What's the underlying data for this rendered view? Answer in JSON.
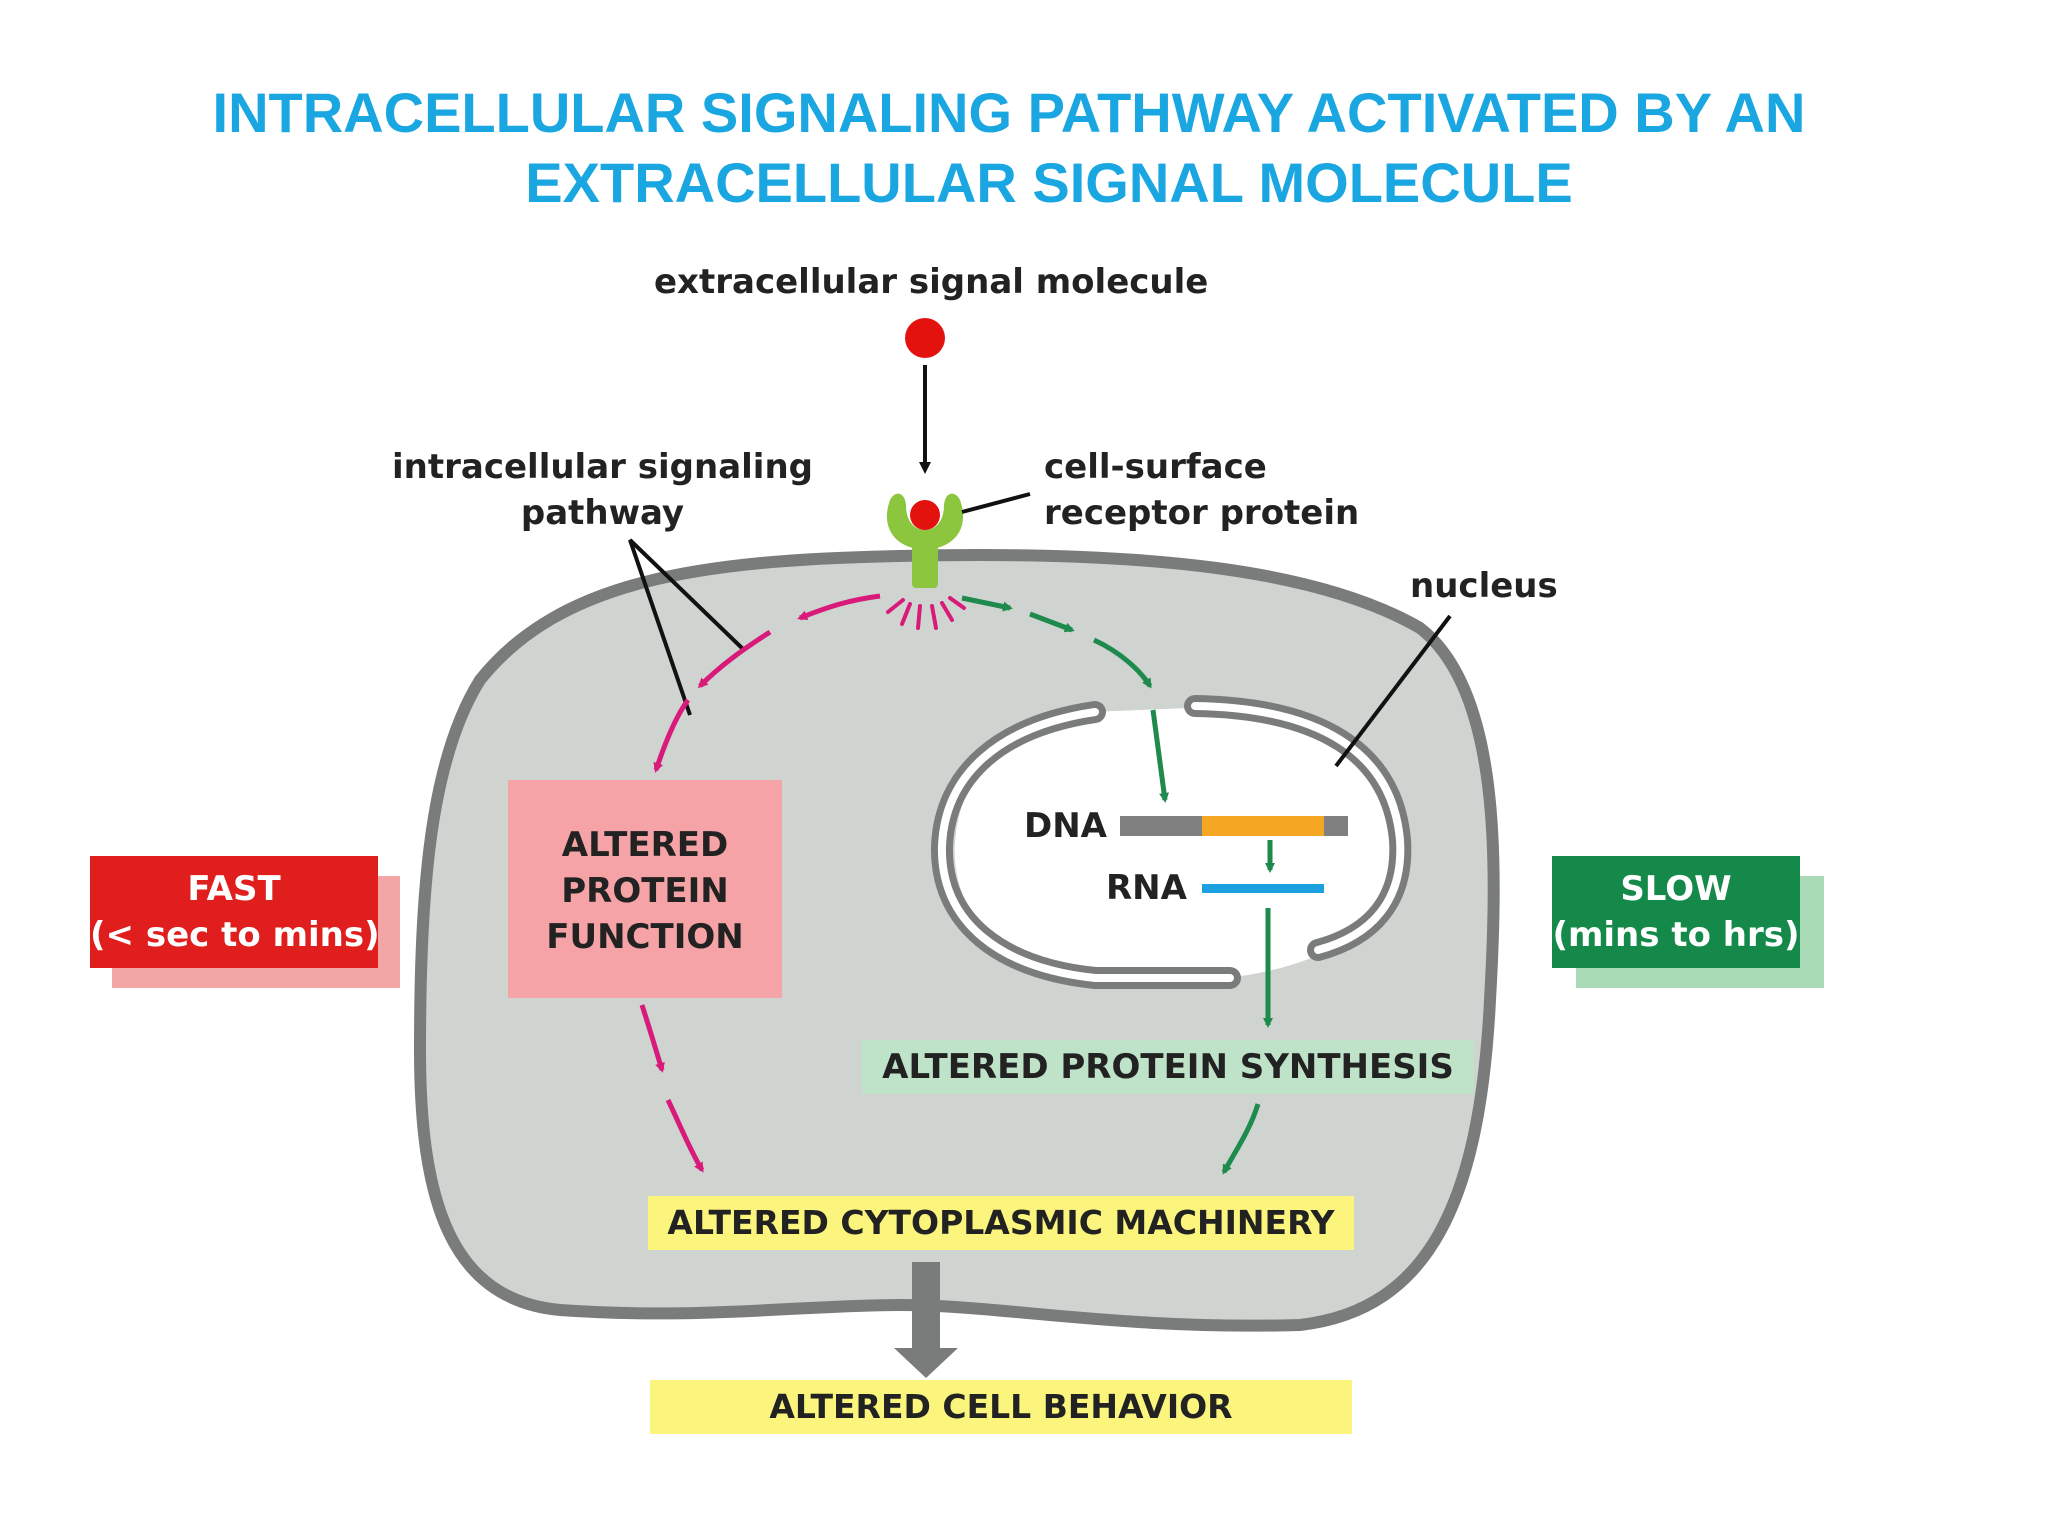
{
  "title": {
    "line1": "INTRACELLULAR SIGNALING PATHWAY ACTIVATED BY AN",
    "line2": "EXTRACELLULAR SIGNAL MOLECULE"
  },
  "labels": {
    "signal_molecule": "extracellular signal molecule",
    "pathway_line1": "intracellular signaling",
    "pathway_line2": "pathway",
    "receptor_line1": "cell-surface",
    "receptor_line2": "receptor protein",
    "nucleus": "nucleus",
    "dna": "DNA",
    "rna": "RNA"
  },
  "boxes": {
    "fast_line1": "FAST",
    "fast_line2": "(< sec to mins)",
    "slow_line1": "SLOW",
    "slow_line2": "(mins to hrs)",
    "protein_function_line1": "ALTERED",
    "protein_function_line2": "PROTEIN",
    "protein_function_line3": "FUNCTION",
    "protein_synthesis": "ALTERED PROTEIN SYNTHESIS",
    "cytoplasmic_machinery": "ALTERED CYTOPLASMIC MACHINERY",
    "cell_behavior": "ALTERED CELL BEHAVIOR"
  },
  "colors": {
    "title": "#1aa6e0",
    "cell_fill": "#cfd4d1",
    "cell_outline": "#7a7c7c",
    "fast_path": "#d81b7a",
    "slow_path": "#1e8a4c",
    "fast_box": "#e01e1e",
    "slow_box": "#14894a",
    "protein_function_box": "#f5a3a6",
    "synthesis_box": "#bfe3c9",
    "machinery_box": "#fbf57e",
    "signal_molecule": "#e3120f",
    "receptor": "#8cc63f",
    "dna_gray": "#808080",
    "dna_gene": "#f5a623",
    "rna": "#1da0e0"
  }
}
